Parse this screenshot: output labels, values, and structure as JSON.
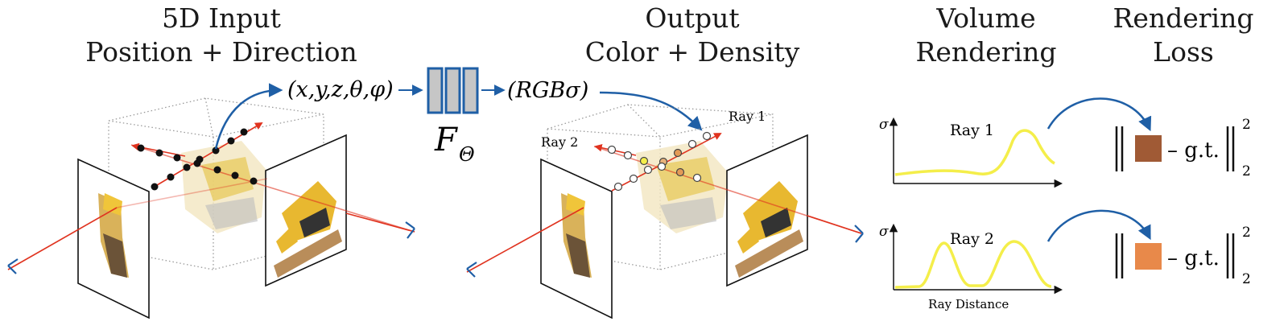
{
  "headers": {
    "input": {
      "line1": "5D Input",
      "line2": "Position + Direction"
    },
    "output": {
      "line1": "Output",
      "line2": "Color + Density"
    },
    "volume": {
      "line1": "Volume",
      "line2": "Rendering"
    },
    "loss": {
      "line1": "Rendering",
      "line2": "Loss"
    }
  },
  "input_tuple": "(x,y,z,θ,φ)",
  "network_label": "F",
  "network_subscript": "Θ",
  "output_tuple": "(RGBσ)",
  "ray1_label": "Ray 1",
  "ray2_label": "Ray 2",
  "plots": {
    "y_axis_label": "σ",
    "top_title": "Ray 1",
    "bottom_title": "Ray 2",
    "x_axis_label": "Ray Distance"
  },
  "loss": {
    "gt_label": "– g.t.",
    "superscript": "2",
    "subscript": "2",
    "top_color": "#a05a35",
    "bottom_color": "#e8894a"
  },
  "colors": {
    "ray": "#e0331f",
    "arrow_blue": "#1f5fa6",
    "curve": "#f4ee4a",
    "network_fill": "#c6c6c6",
    "network_stroke": "#1f5fa6"
  }
}
